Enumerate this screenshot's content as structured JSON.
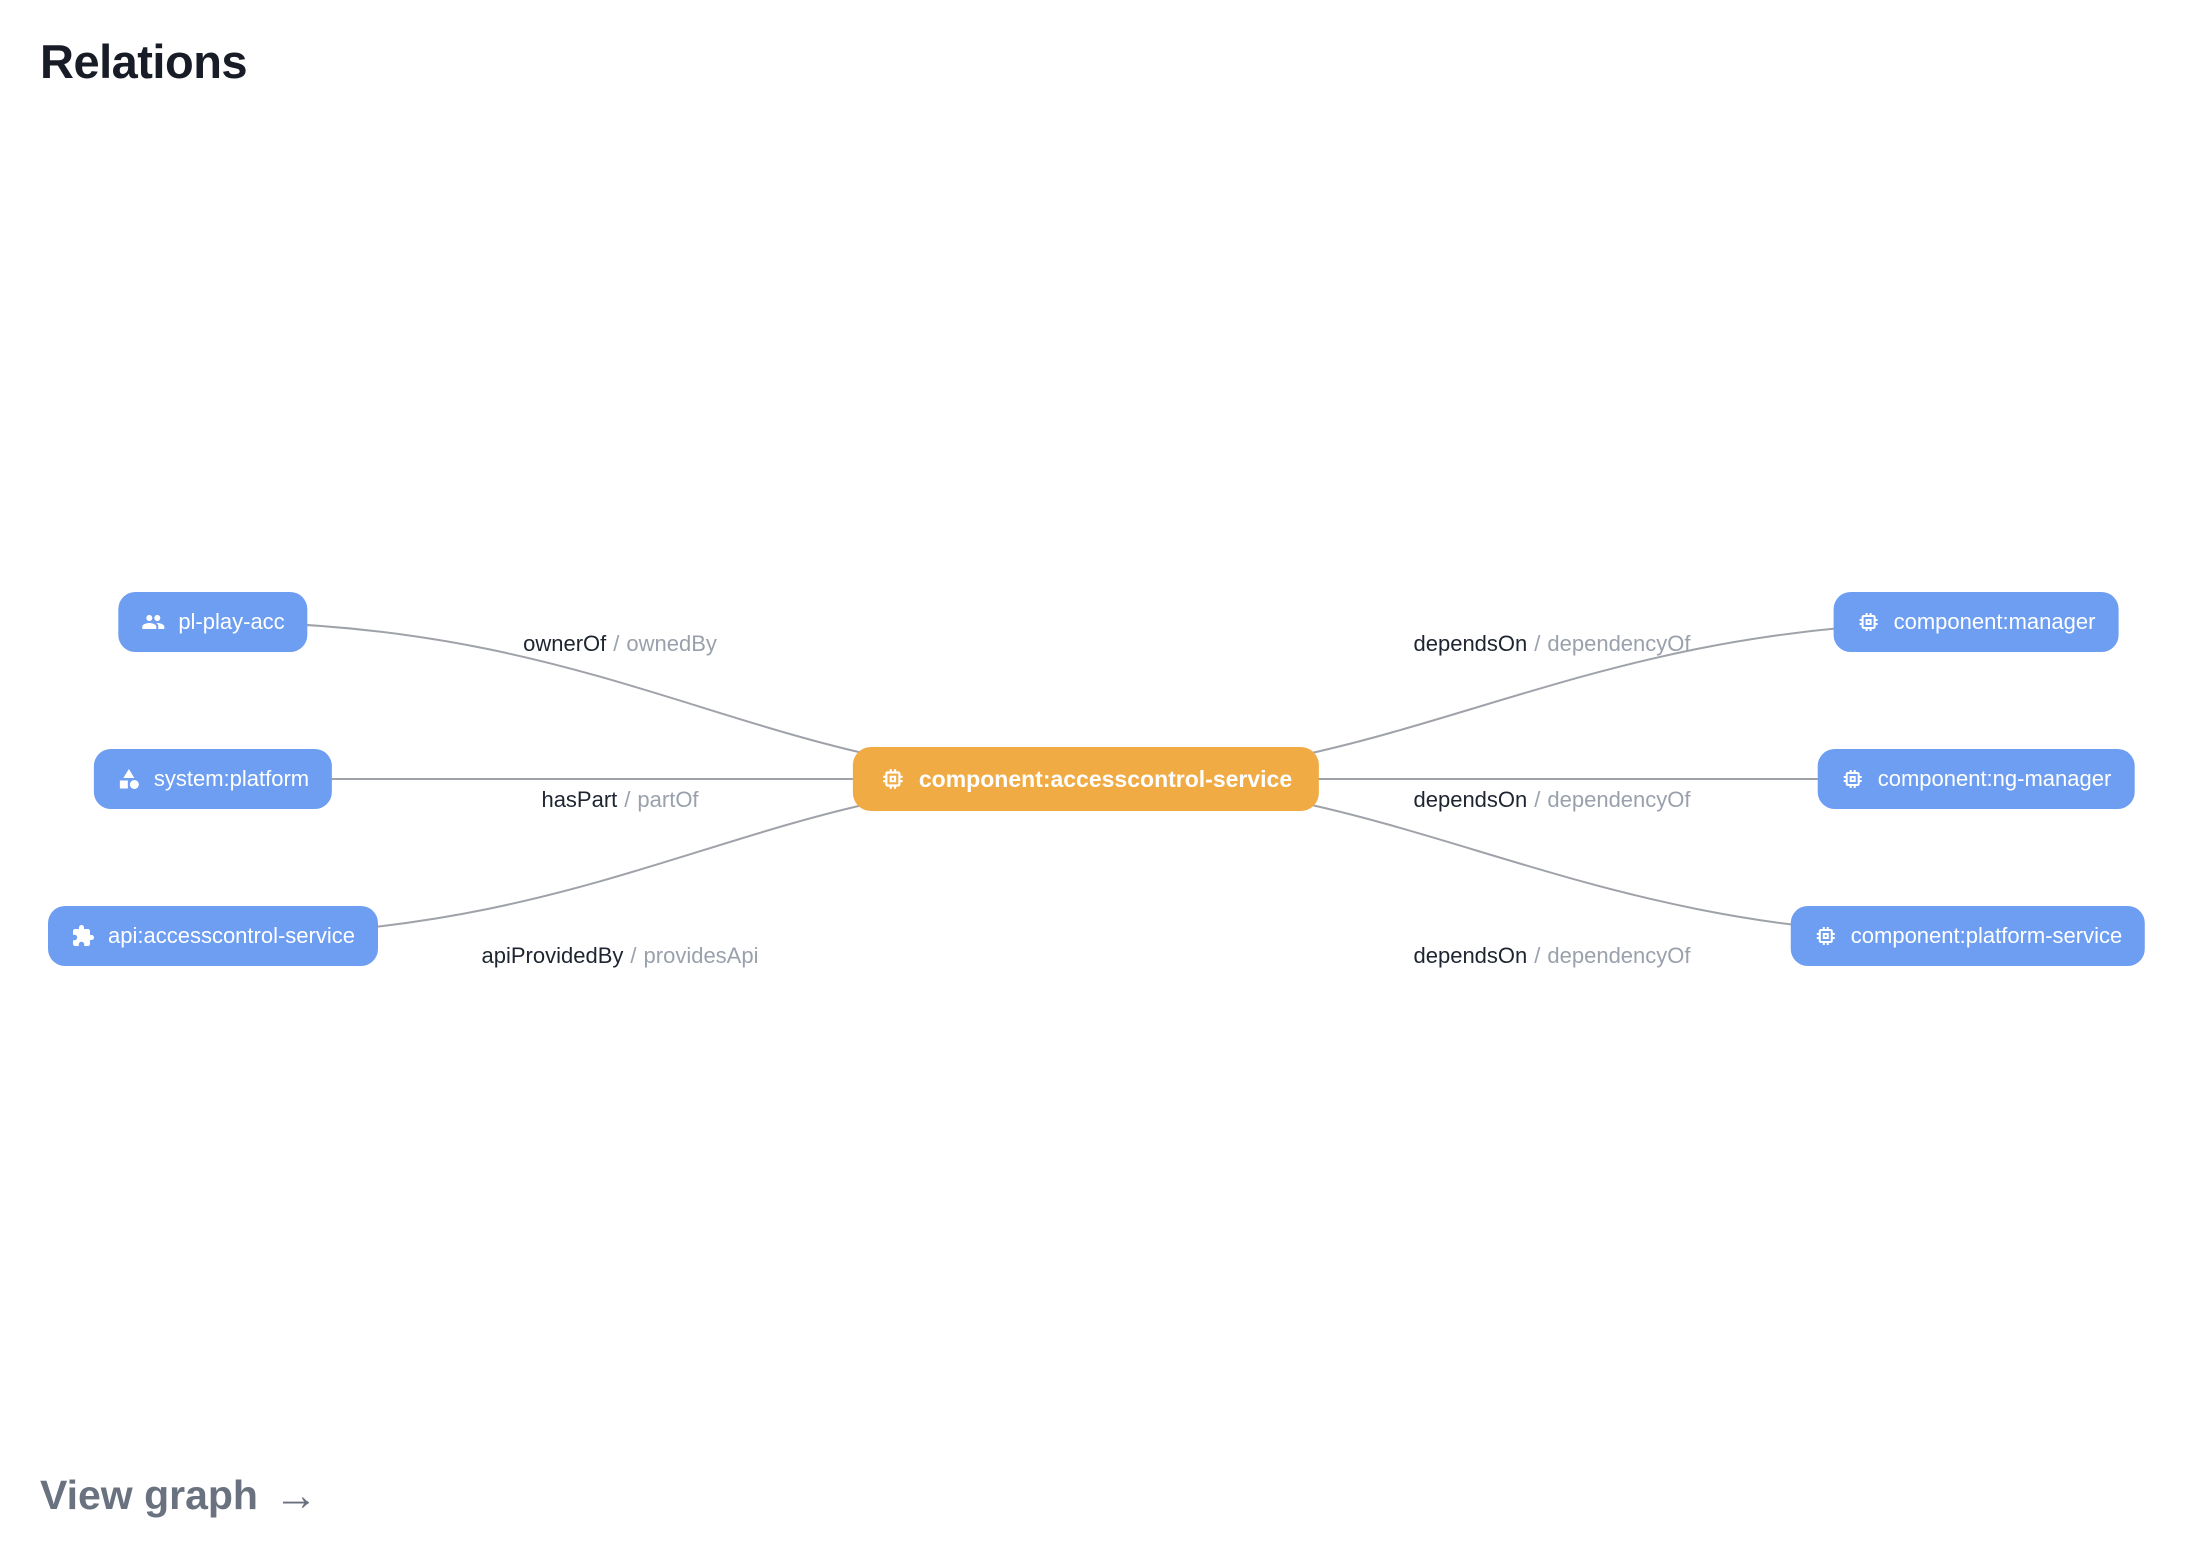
{
  "page": {
    "title": "Relations",
    "view_graph_label": "View graph",
    "arrow_glyph": "→"
  },
  "colors": {
    "node_blue": "#6d9ef1",
    "node_center_orange": "#f0ab45",
    "edge_line": "#9fa3a9",
    "label_primary": "#1e2430",
    "label_secondary": "#9aa1ac",
    "title_text": "#171c26",
    "view_graph_text": "#6a7280"
  },
  "graph": {
    "sep": "/",
    "center_node": {
      "label": "component:accesscontrol-service",
      "icon": "chip-icon"
    },
    "left_nodes": [
      {
        "label": "pl-play-acc",
        "icon": "group-icon"
      },
      {
        "label": "system:platform",
        "icon": "category-icon"
      },
      {
        "label": "api:accesscontrol-service",
        "icon": "puzzle-icon"
      }
    ],
    "right_nodes": [
      {
        "label": "component:manager",
        "icon": "chip-icon"
      },
      {
        "label": "component:ng-manager",
        "icon": "chip-icon"
      },
      {
        "label": "component:platform-service",
        "icon": "chip-icon"
      }
    ],
    "edges_left": [
      {
        "primary": "ownerOf",
        "secondary": "ownedBy"
      },
      {
        "primary": "hasPart",
        "secondary": "partOf"
      },
      {
        "primary": "apiProvidedBy",
        "secondary": "providesApi"
      }
    ],
    "edges_right": [
      {
        "primary": "dependsOn",
        "secondary": "dependencyOf"
      },
      {
        "primary": "dependsOn",
        "secondary": "dependencyOf"
      },
      {
        "primary": "dependsOn",
        "secondary": "dependencyOf"
      }
    ]
  }
}
